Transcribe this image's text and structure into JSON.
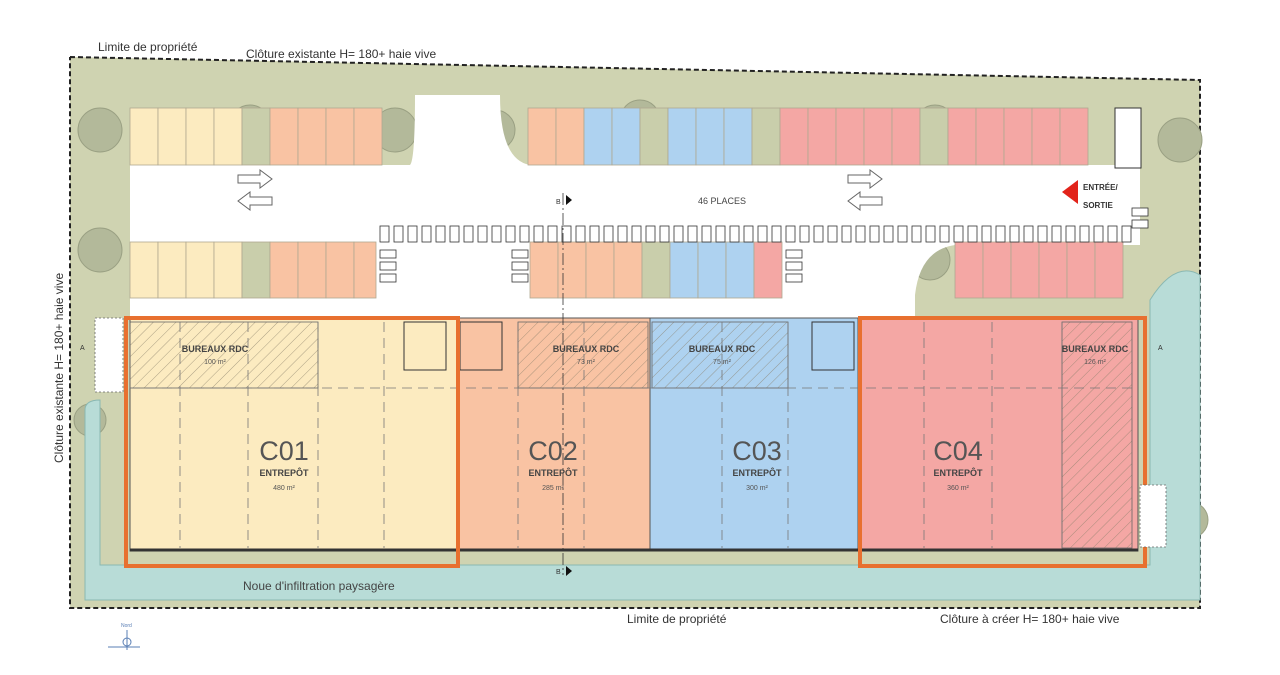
{
  "labels": {
    "top_left_limit": "Limite de propriété",
    "top_fence": "Clôture existante H= 180+ haie vive",
    "left_fence": "Clôture existante H= 180+ haie vive",
    "bottom_limit": "Limite de propriété",
    "bottom_right_fence": "Clôture à créer H= 180+ haie vive",
    "swale": "Noue d'infiltration paysagère",
    "parking_places": "46 PLACES",
    "entrance_line1": "ENTRÉE/",
    "entrance_line2": "SORTIE",
    "section_mark": "B",
    "section_mark_side": "A",
    "north": "Nord"
  },
  "units": [
    {
      "code": "C01",
      "type": "ENTREPÔT",
      "area": "480 m²",
      "office_label": "BUREAUX RDC",
      "office_area": "100 m²",
      "color": "#fcebc0",
      "highlight": true
    },
    {
      "code": "C02",
      "type": "ENTREPÔT",
      "area": "285 m²",
      "office_label": "BUREAUX RDC",
      "office_area": "73 m²",
      "color": "#f9c3a3",
      "highlight": false
    },
    {
      "code": "C03",
      "type": "ENTREPÔT",
      "area": "300 m²",
      "office_label": "BUREAUX RDC",
      "office_area": "75 m²",
      "color": "#aed2f0",
      "highlight": false
    },
    {
      "code": "C04",
      "type": "ENTREPÔT",
      "area": "360 m²",
      "office_label": "BUREAUX RDC",
      "office_area": "126 m²",
      "color": "#f4a7a4",
      "highlight": true
    }
  ],
  "colors": {
    "c01": "#fcebc0",
    "c02": "#f9c3a3",
    "c03": "#aed2f0",
    "c04": "#f4a7a4",
    "green_space": "#c9ceab",
    "swale": "#b8dcd7",
    "highlight": "#e8702f",
    "entrance_arrow": "#e2231a"
  }
}
